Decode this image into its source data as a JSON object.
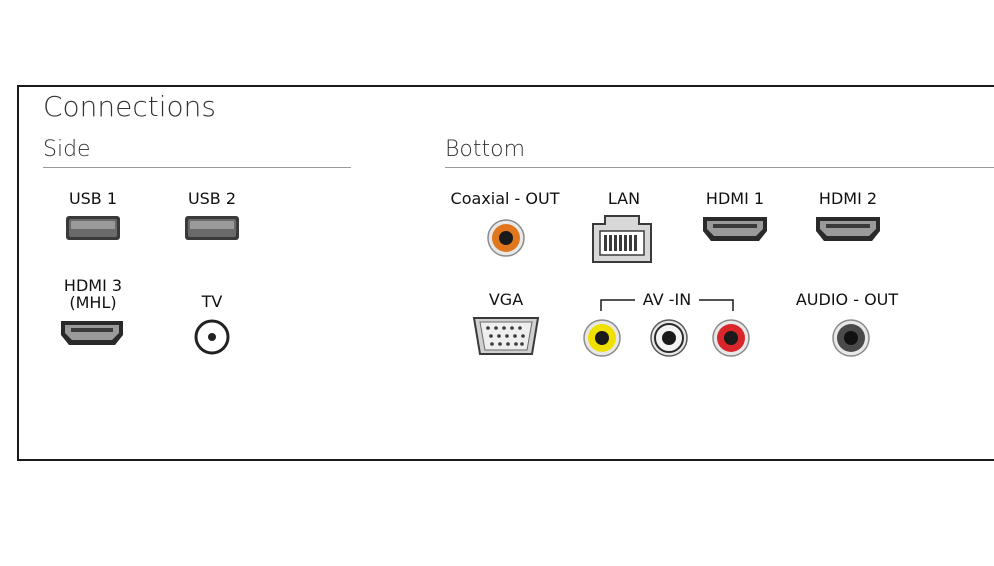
{
  "title": "Connections",
  "sections": {
    "side": "Side",
    "bottom": "Bottom"
  },
  "ports": {
    "usb1": "USB 1",
    "usb2": "USB 2",
    "hdmi3_line1": "HDMI 3",
    "hdmi3_line2": "(MHL)",
    "tv": "TV",
    "coaxial_out": "Coaxial - OUT",
    "lan": "LAN",
    "hdmi1": "HDMI 1",
    "hdmi2": "HDMI 2",
    "vga": "VGA",
    "av_in": "AV -IN",
    "audio_out": "AUDIO - OUT"
  },
  "colors": {
    "coaxial_ring": "#e0761e",
    "av_yellow": "#f0e000",
    "av_white": "#f4f4f4",
    "av_red": "#d8262b",
    "audio_ring": "#4a4a4a"
  }
}
